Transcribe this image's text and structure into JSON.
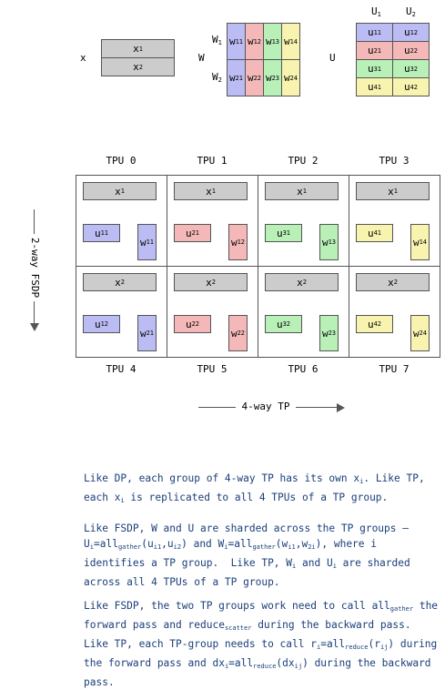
{
  "top": {
    "x_label": "x",
    "x_rows": [
      {
        "base": "x",
        "sub": "1"
      },
      {
        "base": "x",
        "sub": "2"
      }
    ],
    "w_label": "W",
    "w_row_labels": [
      {
        "base": "W",
        "sub": "1"
      },
      {
        "base": "W",
        "sub": "2"
      }
    ],
    "w_cells": [
      [
        {
          "base": "w",
          "sub": "11"
        },
        {
          "base": "w",
          "sub": "12"
        },
        {
          "base": "w",
          "sub": "13"
        },
        {
          "base": "w",
          "sub": "14"
        }
      ],
      [
        {
          "base": "w",
          "sub": "21"
        },
        {
          "base": "w",
          "sub": "22"
        },
        {
          "base": "w",
          "sub": "23"
        },
        {
          "base": "w",
          "sub": "24"
        }
      ]
    ],
    "u_label": "U",
    "u_col_labels": [
      {
        "base": "U",
        "sub": "1"
      },
      {
        "base": "U",
        "sub": "2"
      }
    ],
    "u_cells": [
      [
        {
          "base": "u",
          "sub": "11"
        },
        {
          "base": "u",
          "sub": "12"
        }
      ],
      [
        {
          "base": "u",
          "sub": "21"
        },
        {
          "base": "u",
          "sub": "22"
        }
      ],
      [
        {
          "base": "u",
          "sub": "31"
        },
        {
          "base": "u",
          "sub": "32"
        }
      ],
      [
        {
          "base": "u",
          "sub": "41"
        },
        {
          "base": "u",
          "sub": "42"
        }
      ]
    ]
  },
  "grid": {
    "top_labels": [
      "TPU 0",
      "TPU 1",
      "TPU 2",
      "TPU 3"
    ],
    "bottom_labels": [
      "TPU 4",
      "TPU 5",
      "TPU 6",
      "TPU 7"
    ],
    "row_x": [
      {
        "base": "x",
        "sub": "1"
      },
      {
        "base": "x",
        "sub": "2"
      }
    ],
    "row_u": [
      [
        {
          "base": "u",
          "sub": "11"
        },
        {
          "base": "u",
          "sub": "21"
        },
        {
          "base": "u",
          "sub": "31"
        },
        {
          "base": "u",
          "sub": "41"
        }
      ],
      [
        {
          "base": "u",
          "sub": "12"
        },
        {
          "base": "u",
          "sub": "22"
        },
        {
          "base": "u",
          "sub": "32"
        },
        {
          "base": "u",
          "sub": "42"
        }
      ]
    ],
    "row_w": [
      [
        {
          "base": "w",
          "sub": "11"
        },
        {
          "base": "w",
          "sub": "12"
        },
        {
          "base": "w",
          "sub": "13"
        },
        {
          "base": "w",
          "sub": "14"
        }
      ],
      [
        {
          "base": "w",
          "sub": "21"
        },
        {
          "base": "w",
          "sub": "22"
        },
        {
          "base": "w",
          "sub": "23"
        },
        {
          "base": "w",
          "sub": "24"
        }
      ]
    ],
    "fsdp_label": "2-way FSDP",
    "tp_label": "4-way TP"
  },
  "colors": {
    "col1": "#bcbcf4",
    "col2": "#f4b8b8",
    "col3": "#b8f0b8",
    "col4": "#f8f4b0",
    "gray": "#cccccc",
    "text_blue": "#1a3f7a"
  },
  "paragraphs": {
    "p1": "Like DP, each group of 4-way TP has its own x_i. Like TP, each x_i is replicated to all 4 TPUs of a TP group.",
    "p2": "Like FSDP, W and U are sharded across the TP groups — U_i=all_gather(u_i1,u_i2) and W_i=all_gather(w_i1,w_2i), where i identifies a TP group.  Like TP, W_i and U_i are sharded across all 4 TPUs of a TP group.",
    "p3": "Like FSDP, the two TP groups work need to call all_gather the forward pass and reduce_scatter during the backward pass.  Like TP, each TP-group needs to call r_i=all_reduce(r_ij) during the forward pass and dx_i=all_reduce(dx_ij) during the backward pass."
  }
}
